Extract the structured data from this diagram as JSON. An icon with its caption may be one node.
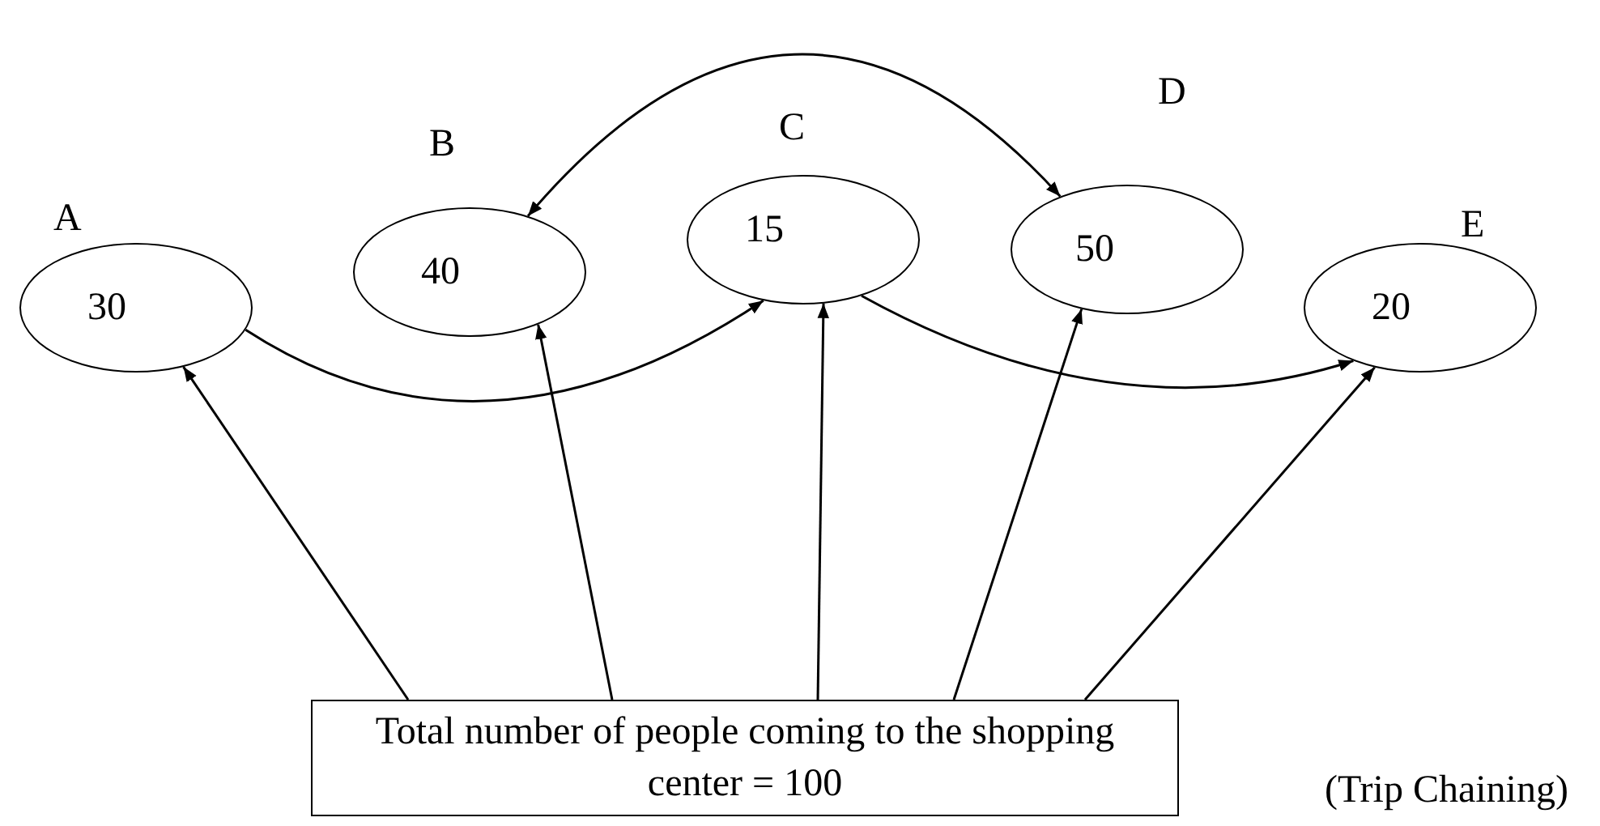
{
  "diagram": {
    "caption": "(Trip Chaining)",
    "nodes": [
      {
        "text": [
          "30"
        ],
        "beside": [
          "A"
        ]
      },
      {
        "text": [
          "40"
        ],
        "beside": [
          "B"
        ]
      },
      {
        "text": [
          "15"
        ],
        "beside": [
          "C"
        ]
      },
      {
        "text": [
          "50"
        ],
        "beside": [
          "D"
        ]
      },
      {
        "text": [
          "20"
        ],
        "beside": [
          "E"
        ]
      },
      {
        "text": [
          "Total number of people coming to the shopping center = 100"
        ]
      }
    ],
    "edges": [
      {
        "from": 5,
        "to": 0,
        "arrow": "to"
      },
      {
        "from": 5,
        "to": 1,
        "arrow": "to"
      },
      {
        "from": 5,
        "to": 2,
        "arrow": "to"
      },
      {
        "from": 5,
        "to": 3,
        "arrow": "to"
      },
      {
        "from": 5,
        "to": 4,
        "arrow": "to"
      },
      {
        "from": 0,
        "to": 2,
        "arrow": "to"
      },
      {
        "from": 2,
        "to": 4,
        "arrow": "to"
      },
      {
        "from": 1,
        "to": 3,
        "arrow": "both"
      }
    ]
  }
}
